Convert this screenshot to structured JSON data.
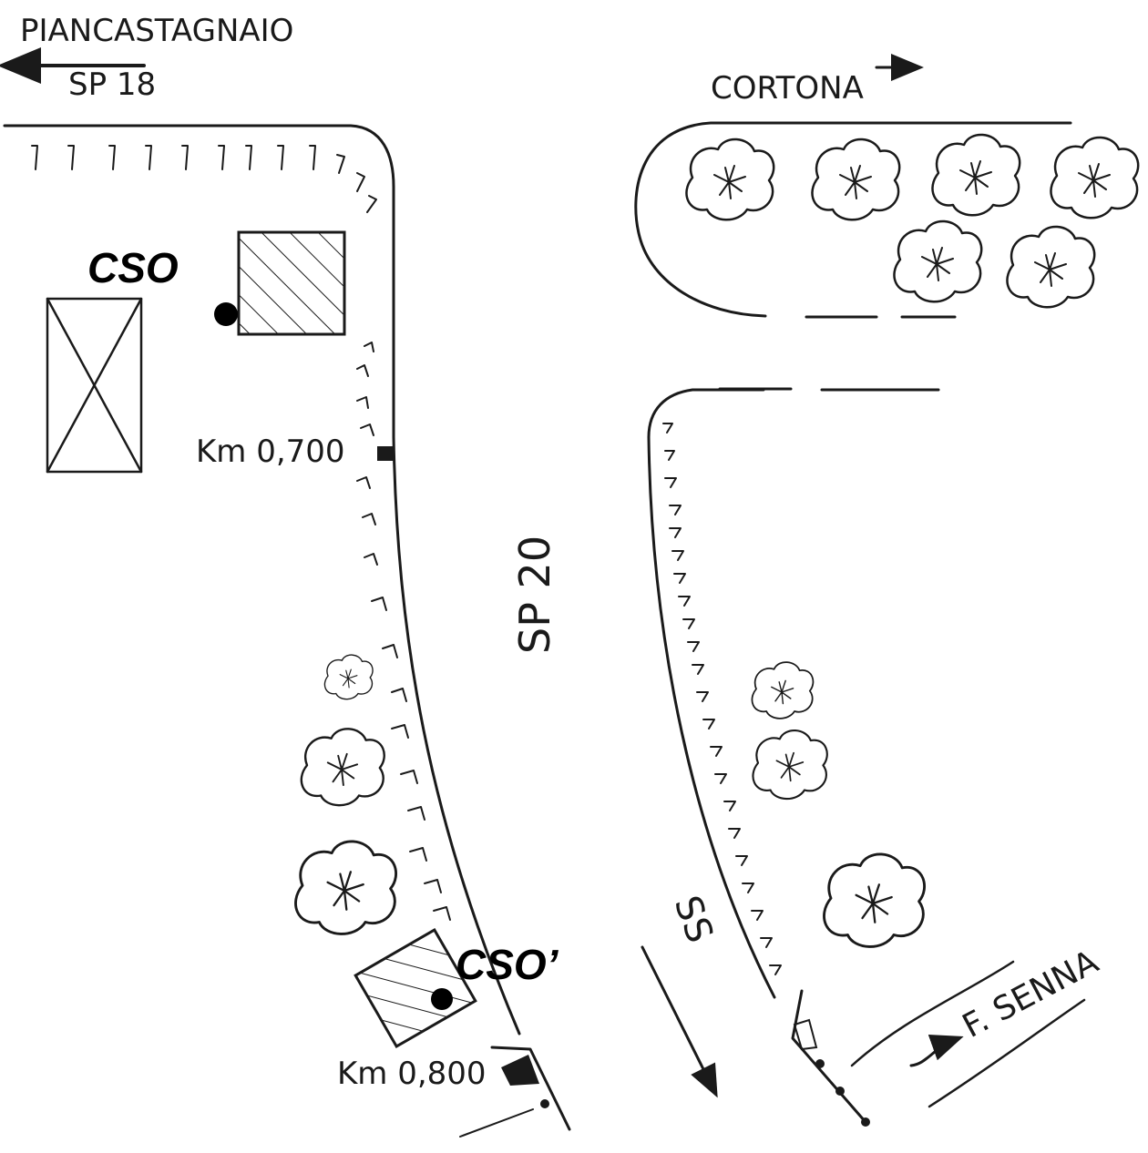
{
  "labels": {
    "piancastagnaio": "PIANCASTAGNAIO",
    "sp18": "SP 18",
    "cortona": "CORTONA",
    "sp20": "SP 20",
    "cso": "CSO",
    "cso_prime": "CSO’",
    "km_0700": "Km 0,700",
    "km_0800": "Km 0,800",
    "ss": "SS",
    "f_senna": "F. SENNA"
  }
}
